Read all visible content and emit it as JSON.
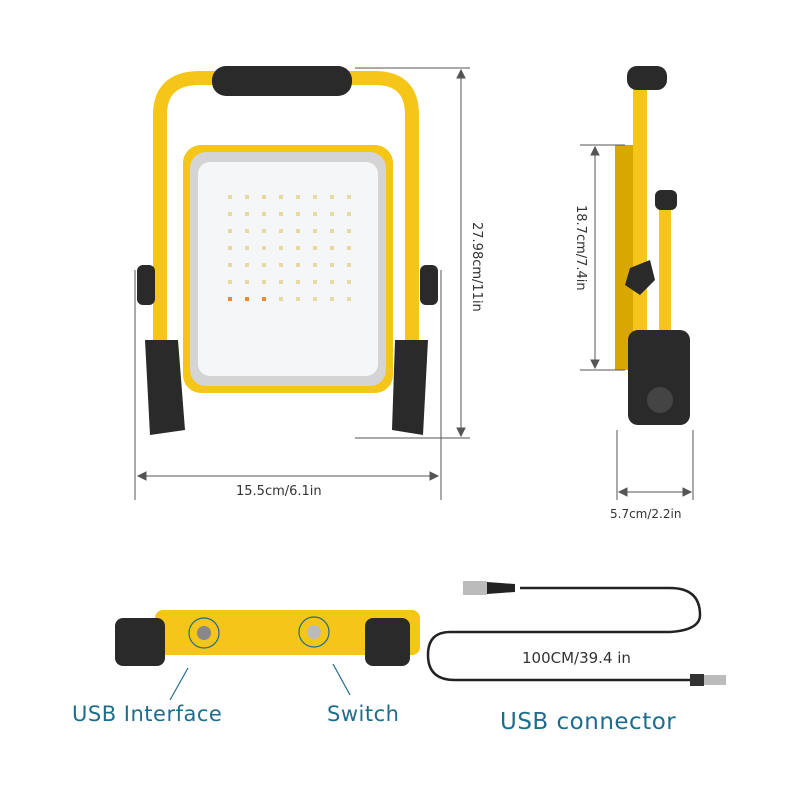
{
  "dimensions": {
    "width": "15.5cm/6.1in",
    "height": "27.98cm/11in",
    "side_height": "18.7cm/7.4in",
    "depth": "5.7cm/2.2in",
    "cable_length": "100CM/39.4 in"
  },
  "labels": {
    "usb_interface": "USB  Interface",
    "switch": "Switch",
    "usb_connector": "USB connector"
  },
  "colors": {
    "frame_yellow": "#f5c518",
    "label_blue": "#1f6d8c",
    "rubber_black": "#2a2a2a"
  }
}
